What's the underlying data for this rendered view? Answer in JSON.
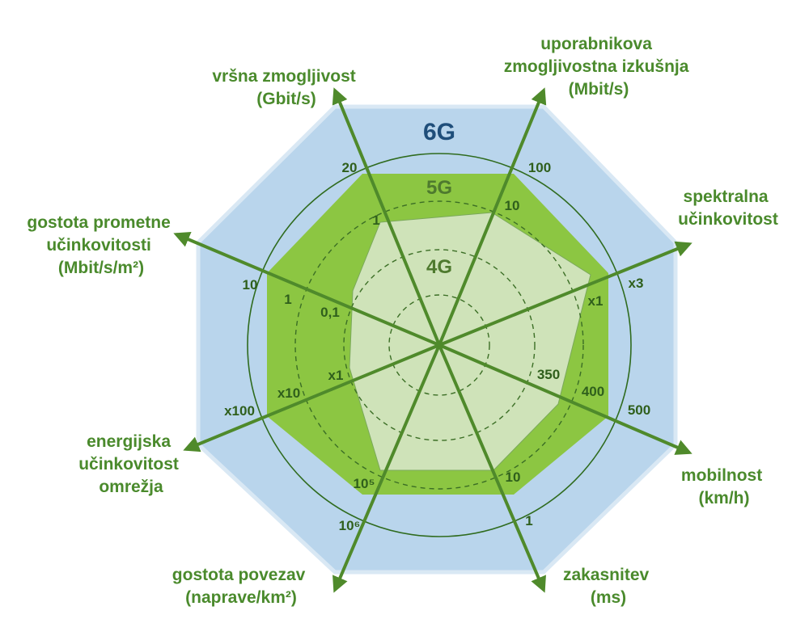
{
  "generations": {
    "g6": "6G",
    "g5": "5G",
    "g4": "4G"
  },
  "colors": {
    "g6_fill": "#b9d5ec",
    "g6_stroke": "#d9e8f4",
    "g5_fill": "#8cc642",
    "g4_fill": "#cfe3b9",
    "axis": "#4f8a2b",
    "title": "#4a8a2c",
    "tick": "#2f5f1c",
    "g6_label": "#1f4e7a"
  },
  "axes": [
    {
      "id": "peak",
      "title": [
        "vršna zmogljivost",
        "(Gbit/s)"
      ],
      "ticks": {
        "t4g": "",
        "t5g": "1",
        "t6g": "20"
      }
    },
    {
      "id": "user",
      "title": [
        "uporabnikova",
        "zmogljivostna izkušnja",
        "(Mbit/s)"
      ],
      "ticks": {
        "t4g": "10",
        "t5g": "100",
        "t6g": ""
      }
    },
    {
      "id": "spectral",
      "title": [
        "spektralna",
        "učinkovitost"
      ],
      "ticks": {
        "t4g": "x1",
        "t5g": "x3",
        "t6g": ""
      }
    },
    {
      "id": "mobility",
      "title": [
        "mobilnost",
        "(km/h)"
      ],
      "ticks": {
        "t4g": "350",
        "t5g": "400",
        "t6g": "500"
      }
    },
    {
      "id": "latency",
      "title": [
        "zakasnitev",
        "(ms)"
      ],
      "ticks": {
        "t4g": "10",
        "t5g": "1",
        "t6g": ""
      }
    },
    {
      "id": "connection",
      "title": [
        "gostota povezav",
        "(naprave/km²)"
      ],
      "ticks": {
        "t4g": "10⁵",
        "t5g": "10⁶",
        "t6g": ""
      }
    },
    {
      "id": "energy",
      "title": [
        "energijska",
        "učinkovitost",
        "omrežja"
      ],
      "ticks": {
        "t4g": "x1",
        "t5g": "x10",
        "t6g": "x100"
      }
    },
    {
      "id": "traffic",
      "title": [
        "gostota prometne",
        "učinkovitosti",
        "(Mbit/s/m²)"
      ],
      "ticks": {
        "t4g": "0,1",
        "t5g": "1",
        "t6g": "10"
      }
    }
  ]
}
